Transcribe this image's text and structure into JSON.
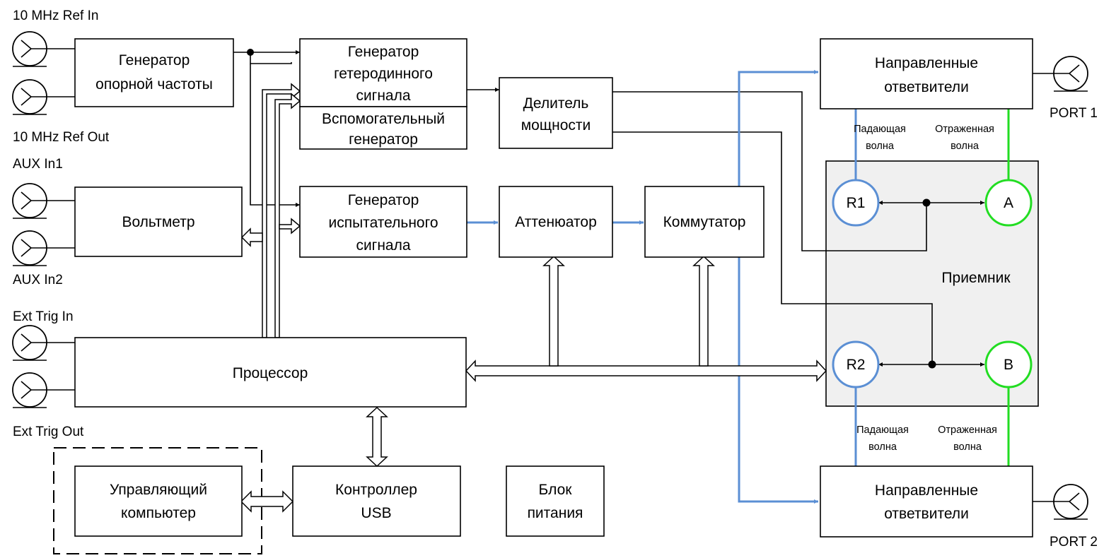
{
  "ports": {
    "ref_in": "10 MHz Ref In",
    "ref_out": "10 MHz Ref Out",
    "aux_in1": "AUX In1",
    "aux_in2": "AUX In2",
    "trig_in": "Ext Trig In",
    "trig_out": "Ext Trig Out",
    "port1": "PORT 1",
    "port2": "PORT 2"
  },
  "blocks": {
    "ref_gen": [
      "Генератор",
      "опорной частоты"
    ],
    "lo_gen": [
      "Генератор",
      "гетеродинного",
      "сигнала"
    ],
    "aux_gen": [
      "Вспомогательный",
      "генератор"
    ],
    "divider": [
      "Делитель",
      "мощности"
    ],
    "coupler1": [
      "Направленные",
      "ответвители"
    ],
    "voltmeter": [
      "Вольтметр"
    ],
    "test_gen": [
      "Генератор",
      "испытательного",
      "сигнала"
    ],
    "attenuator": [
      "Аттенюатор"
    ],
    "switch": [
      "Коммутатор"
    ],
    "processor": [
      "Процессор"
    ],
    "host_pc": [
      "Управляющий",
      "компьютер"
    ],
    "usb_ctrl": [
      "Контроллер",
      "USB"
    ],
    "psu": [
      "Блок",
      "питания"
    ],
    "coupler2": [
      "Направленные",
      "ответвители"
    ]
  },
  "receiver": {
    "title": "Приемник",
    "r1": "R1",
    "a": "A",
    "r2": "R2",
    "b": "B"
  },
  "waves": {
    "incident_1": [
      "Падающая",
      "волна"
    ],
    "reflected_1": [
      "Отраженная",
      "волна"
    ],
    "incident_2": [
      "Падающая",
      "волна"
    ],
    "reflected_2": [
      "Отраженная",
      "волна"
    ]
  },
  "colors": {
    "rf_path": "#5b8fd4",
    "reflected_path": "#22dd22",
    "receiver_fill": "#f0f0f0"
  }
}
